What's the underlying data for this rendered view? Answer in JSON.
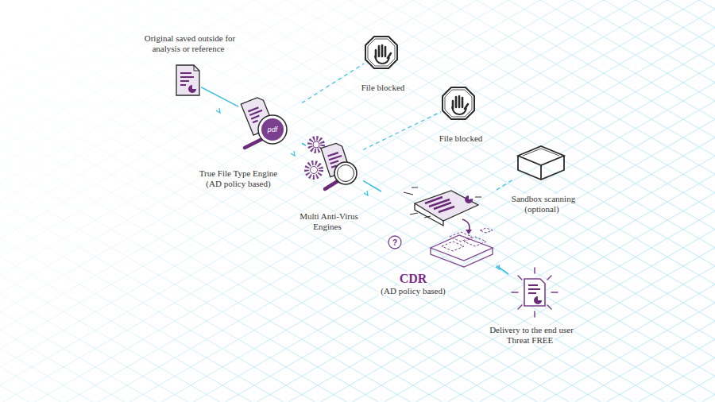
{
  "diagram": {
    "nodes": [
      {
        "text": [
          "Original saved outside for analysis or reference"
        ]
      },
      {
        "text": [
          "File blocked"
        ]
      },
      {
        "text": [
          "True File Type Engine",
          "(AD policy based)"
        ]
      },
      {
        "text": [
          "File blocked"
        ]
      },
      {
        "text": [
          "Multi Anti-Virus Engines"
        ]
      },
      {
        "text": [
          "Sandbox scanning (optional)"
        ]
      },
      {
        "text": [
          "CDR",
          "(AD policy based)"
        ]
      },
      {
        "text": [
          "Delivery to the end user Threat FREE"
        ]
      }
    ],
    "edges": [
      {
        "from": 0,
        "to": 2,
        "arrow": "none"
      },
      {
        "from": 2,
        "to": 4,
        "arrow": "none"
      },
      {
        "from": 4,
        "to": 6,
        "arrow": "none"
      },
      {
        "from": 6,
        "to": 7,
        "arrow": "none"
      },
      {
        "from": 2,
        "to": 1,
        "arrow": "none"
      },
      {
        "from": 4,
        "to": 3,
        "arrow": "none"
      },
      {
        "from": 6,
        "to": 5,
        "arrow": "none"
      }
    ],
    "labels": [
      "pdf",
      "?"
    ]
  }
}
